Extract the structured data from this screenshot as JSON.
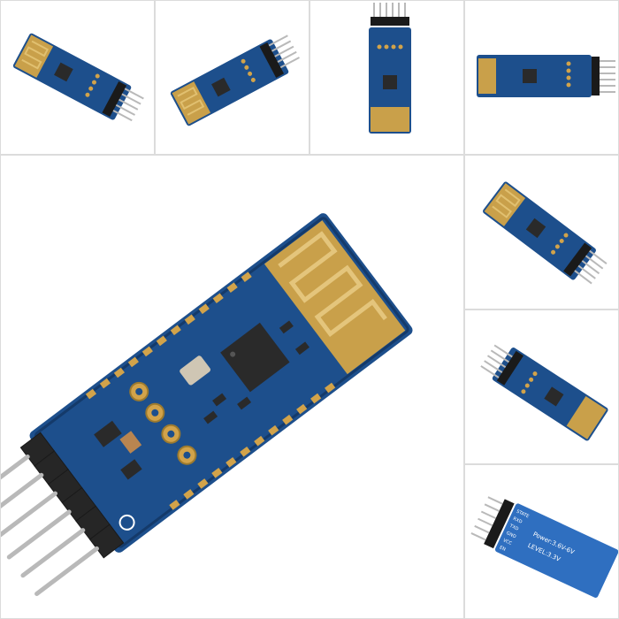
{
  "colors": {
    "pcb": "#1d4f8c",
    "pcb_dark": "#143a6a",
    "antenna": "#c9a04a",
    "pad": "#d2a34a",
    "pin": "#b9b9b9",
    "header": "#1a1a1a",
    "chip": "#2a2a2a",
    "border": "#dcdcdc"
  },
  "module_rear": {
    "pin_labels": [
      "STATE",
      "RXD",
      "TXD",
      "GND",
      "VCC",
      "EN"
    ],
    "level_label": "LEVEL:3.3V",
    "power_label": "Power:3.6V-6V"
  },
  "icons": {
    "module": "bluetooth-module-pcb-icon"
  }
}
